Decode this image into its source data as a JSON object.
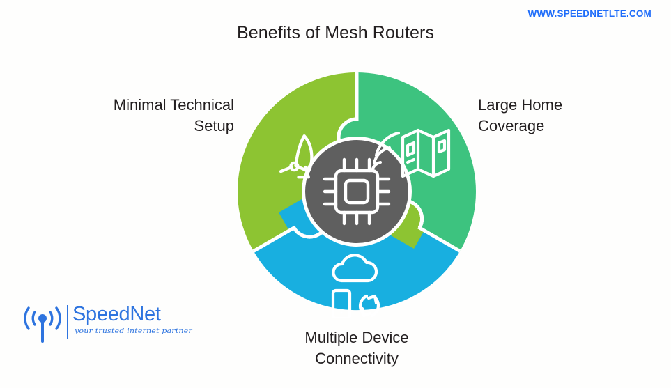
{
  "page": {
    "background_color": "#fefefd",
    "title": "Benefits of Mesh Routers",
    "website_url": "WWW.SPEEDNETLTE.COM",
    "url_color": "#1f6dfa",
    "title_color": "#231f20"
  },
  "brand": {
    "name": "SpeedNet",
    "tagline": "your trusted internet partner",
    "color": "#2e74df",
    "logo_icon": "wifi-antenna-icon"
  },
  "diagram": {
    "type": "three-segment-puzzle-wheel",
    "center": {
      "icon": "cpu-chip-wifi-icon",
      "fill_color": "#5f5f5f",
      "icon_color": "#ffffff"
    },
    "segments": [
      {
        "id": "minimal-technical-setup",
        "label": "Minimal Technical\nSetup",
        "position": "left",
        "color": "#8dc432",
        "icon": "satellite-dish-icon",
        "icon_color": "#ffffff"
      },
      {
        "id": "large-home-coverage",
        "label": "Large Home\nCoverage",
        "position": "right",
        "color": "#3dc37f",
        "icon": "folded-map-icon",
        "icon_color": "#ffffff"
      },
      {
        "id": "multiple-device-connectivity",
        "label": "Multiple Device\nConnectivity",
        "position": "bottom",
        "color": "#18afe0",
        "icon": "cloud-device-sync-icon",
        "icon_color": "#ffffff"
      }
    ]
  }
}
